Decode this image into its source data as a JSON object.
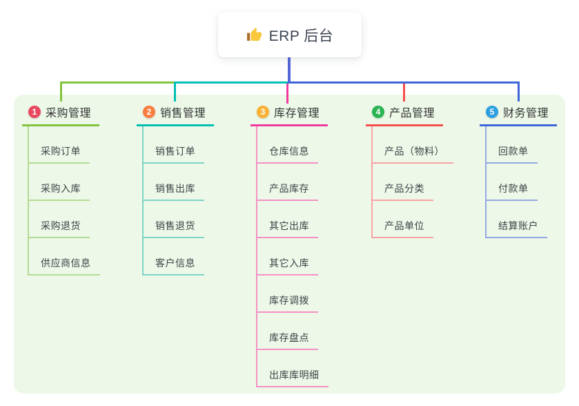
{
  "root": {
    "title": "ERP 后台",
    "icon": "thumbs-up-icon",
    "line_color": "#5566d9"
  },
  "panel_color": "#edf8e8",
  "branches": [
    {
      "number": "1",
      "title": "采购管理",
      "badge_color": "#e9495f",
      "line_color": "#82c33e",
      "light_color": "#b2dc92",
      "children": [
        "采购订单",
        "采购入库",
        "采购退货",
        "供应商信息"
      ]
    },
    {
      "number": "2",
      "title": "销售管理",
      "badge_color": "#fa7d41",
      "line_color": "#00bdb4",
      "light_color": "#7cd5c8",
      "children": [
        "销售订单",
        "销售出库",
        "销售退货",
        "客户信息"
      ]
    },
    {
      "number": "3",
      "title": "库存管理",
      "badge_color": "#f9b234",
      "line_color": "#ee3a9f",
      "light_color": "#f490c4",
      "children": [
        "仓库信息",
        "产品库存",
        "其它出库",
        "其它入库",
        "库存调拨",
        "库存盘点",
        "出库库明细"
      ]
    },
    {
      "number": "4",
      "title": "产品管理",
      "badge_color": "#2cb454",
      "line_color": "#f74d4d",
      "light_color": "#f8a3a3",
      "children": [
        "产品（物料）",
        "产品分类",
        "产品单位"
      ]
    },
    {
      "number": "5",
      "title": "财务管理",
      "badge_color": "#2d9fe0",
      "line_color": "#3d64d8",
      "light_color": "#94a9e2",
      "children": [
        "回款单",
        "付款单",
        "结算账户"
      ]
    }
  ]
}
